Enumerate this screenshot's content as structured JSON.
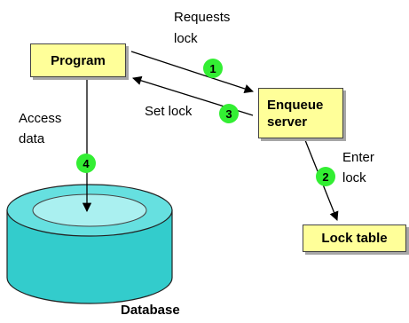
{
  "nodes": {
    "program": "Program",
    "enqueue_line1": "Enqueue",
    "enqueue_line2": "server",
    "lock_table": "Lock table",
    "database": "Database"
  },
  "edge_labels": {
    "requests_line1": "Requests",
    "requests_line2": "lock",
    "set_lock": "Set lock",
    "access_line1": "Access",
    "access_line2": "data",
    "enter_line1": "Enter",
    "enter_line2": "lock"
  },
  "steps": [
    "1",
    "2",
    "3",
    "4"
  ],
  "colors": {
    "node_fill": "#ffff99",
    "step_badge": "#33ee33",
    "database_fill": "#33cccc",
    "database_top": "#66e0e0",
    "database_inner": "#aaf0f0",
    "line": "#000000"
  }
}
